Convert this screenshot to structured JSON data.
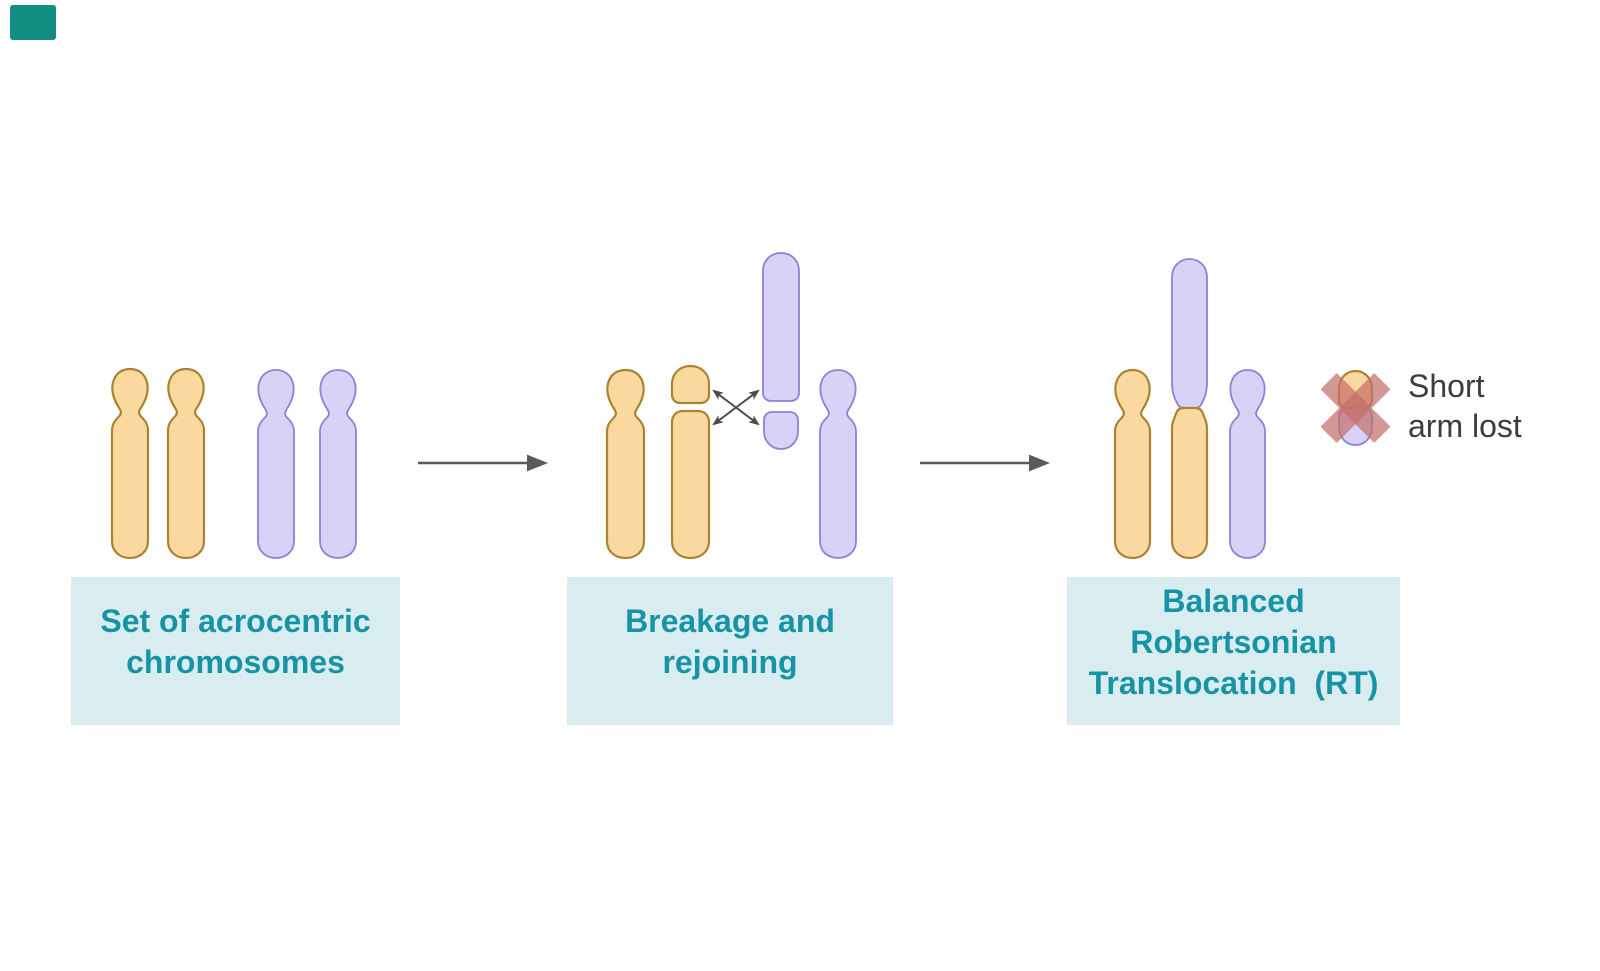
{
  "colors": {
    "background": "#FFFFFF",
    "orange_fill": "#FAD8A0",
    "orange_stroke": "#AB8431",
    "purple_fill": "#D8D2F6",
    "purple_stroke": "#8B82D7",
    "label_box_bg": "#D9EDF1",
    "label_text": "#1694A6",
    "arrow": "#595959",
    "cross_arrows": "#4A4A4A",
    "lost_cross": "#C4706B",
    "corner_swatch": "#128F82"
  },
  "stages": [
    {
      "label_lines": [
        "Set of acrocentric",
        "chromosomes"
      ]
    },
    {
      "label_lines": [
        "Breakage and",
        "rejoining"
      ]
    },
    {
      "label_lines": [
        "Balanced",
        "Robertsonian",
        "Translocation  (RT)"
      ]
    }
  ],
  "annotation": {
    "lines": [
      "Short",
      "arm lost"
    ]
  },
  "icons": {
    "flow_arrow": "→",
    "exchange_arrows": "⤫",
    "lost_cross": "✕"
  }
}
